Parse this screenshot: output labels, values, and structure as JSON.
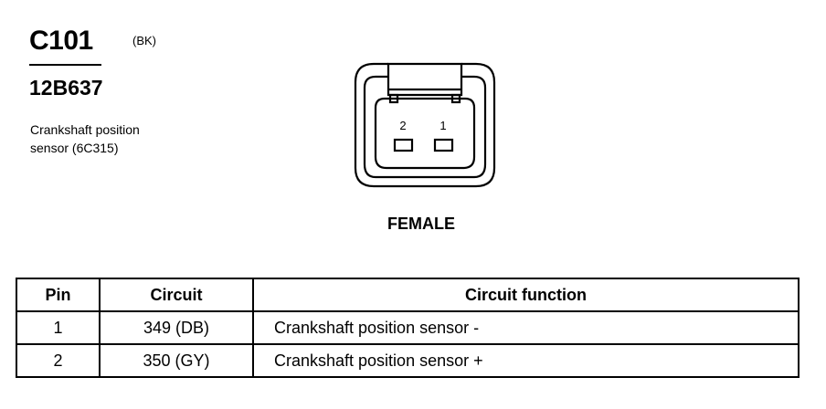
{
  "header": {
    "connector_id": "C101",
    "connector_color": "(BK)",
    "part_number": "12B637",
    "description_lines": [
      "Crankshaft position",
      "sensor (6C315)"
    ]
  },
  "connector": {
    "view": "FEMALE",
    "pin_labels": [
      "2",
      "1"
    ]
  },
  "table": {
    "headers": [
      "Pin",
      "Circuit",
      "Circuit function"
    ],
    "rows": [
      {
        "pin": "1",
        "circuit": "349 (DB)",
        "function": "Crankshaft position sensor  -"
      },
      {
        "pin": "2",
        "circuit": "350 (GY)",
        "function": "Crankshaft position sensor  +"
      }
    ]
  }
}
